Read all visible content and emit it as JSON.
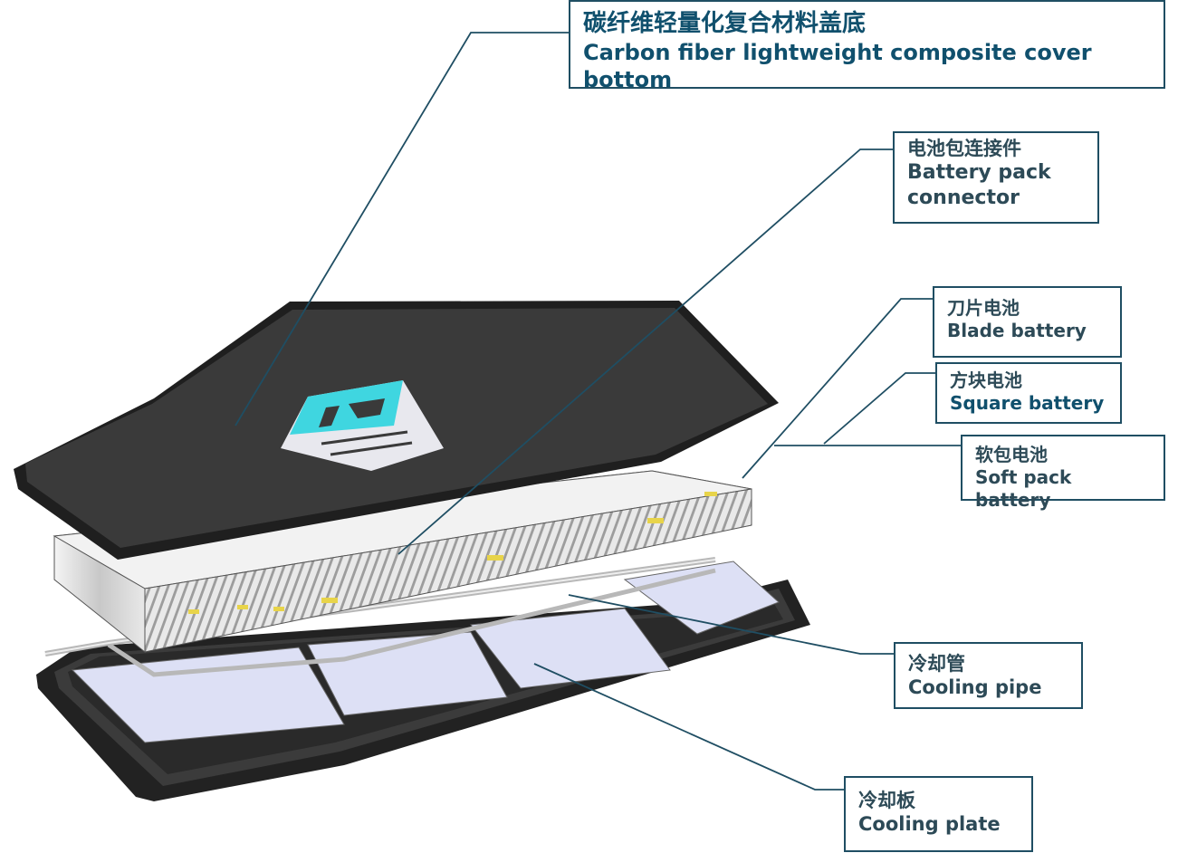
{
  "callouts": {
    "cover": {
      "zh": "碳纤维轻量化复合材料盖底",
      "en": "Carbon fiber lightweight composite cover bottom"
    },
    "connector": {
      "zh": "电池包连接件",
      "en1": "Battery pack",
      "en2": "connector"
    },
    "blade": {
      "zh": "刀片电池",
      "en": "Blade battery"
    },
    "square": {
      "zh": "方块电池",
      "en": "Square battery"
    },
    "softpack": {
      "zh": "软包电池",
      "en": "Soft pack battery"
    },
    "pipe": {
      "zh": "冷却管",
      "en": "Cooling pipe"
    },
    "plate": {
      "zh": "冷却板",
      "en": "Cooling plate"
    }
  },
  "colors": {
    "leader": "#1f4e63",
    "cover": "#3a3a3a",
    "logo_accent": "#3fd6e0",
    "plate": "#dde0f5",
    "cell": "#d6d6d6"
  }
}
